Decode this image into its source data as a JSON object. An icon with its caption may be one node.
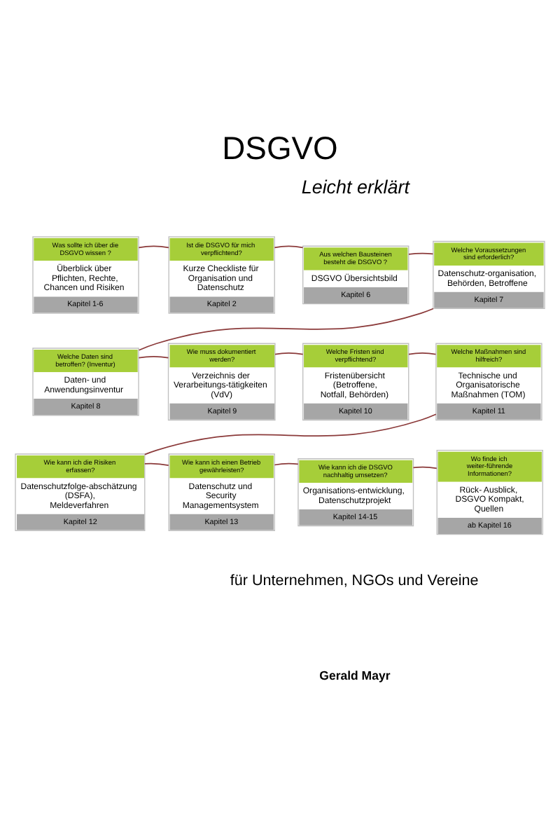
{
  "diagram": {
    "title": "DSGVO",
    "nodes": [
      {
        "text": [
          "Was sollte ich über die DSGVO wissen ?",
          "Überblick über Pflichten, Rechte, Chancen und Risiken",
          "Kapitel 1-6"
        ]
      },
      {
        "text": [
          "Ist die DSGVO für mich verpflichtend?",
          "Kurze Checkliste für Organisation und Datenschutz",
          "Kapitel 2"
        ]
      },
      {
        "text": [
          "Aus welchen Bausteinen besteht die DSGVO ?",
          "DSGVO Übersichtsbild",
          "Kapitel 6"
        ]
      },
      {
        "text": [
          "Welche Voraussetzungen sind erforderlich?",
          "Datenschutz-organisation, Behörden, Betroffene",
          "Kapitel 7"
        ]
      },
      {
        "text": [
          "Welche Maßnahmen sind hilfreich?",
          "Technische und Organisatorische Maßnahmen (TOM)",
          "Kapitel 11"
        ]
      },
      {
        "text": [
          "Welche Fristen sind verpflichtend?",
          "Fristenübersicht (Betroffene, Notfall, Behörden)",
          "Kapitel 10"
        ]
      },
      {
        "text": [
          "Wie muss dokumentiert werden?",
          "Verzeichnis der Verarbeitungs-tätigkeiten (VdV)",
          "Kapitel 9"
        ]
      },
      {
        "text": [
          "Welche Daten sind betroffen? (Inventur)",
          "Daten- und Anwendungsinventur",
          "Kapitel 8"
        ]
      },
      {
        "text": [
          "Wie kann ich die Risiken erfassen?",
          "Datenschutzfolge-abschätzung (DSFA), Meldeverfahren",
          "Kapitel 12"
        ]
      },
      {
        "text": [
          "Wie kann ich einen Betrieb gewährleisten?",
          "Datenschutz und Security Managementsystem",
          "Kapitel 13"
        ]
      },
      {
        "text": [
          "Wie kann ich die DSGVO nachhaltig umsetzen?",
          "Organisations-entwicklung, Datenschutzprojekt",
          "Kapitel 14-15"
        ]
      },
      {
        "text": [
          "Wo finde ich weiter-führende Informationen?",
          "Rück- Ausblick, DSGVO Kompakt, Quellen",
          "ab Kapitel 16"
        ]
      }
    ],
    "edges": [
      {
        "from": 0,
        "to": 1,
        "arrow": "none"
      },
      {
        "from": 1,
        "to": 2,
        "arrow": "none"
      },
      {
        "from": 2,
        "to": 3,
        "arrow": "none"
      },
      {
        "from": 3,
        "to": 7,
        "arrow": "none"
      },
      {
        "from": 7,
        "to": 6,
        "arrow": "none"
      },
      {
        "from": 6,
        "to": 5,
        "arrow": "none"
      },
      {
        "from": 5,
        "to": 4,
        "arrow": "none"
      },
      {
        "from": 4,
        "to": 8,
        "arrow": "none"
      },
      {
        "from": 8,
        "to": 9,
        "arrow": "none"
      },
      {
        "from": 9,
        "to": 10,
        "arrow": "none"
      },
      {
        "from": 10,
        "to": 11,
        "arrow": "none"
      }
    ],
    "labels": [
      "Leicht erklärt",
      "für Unternehmen, NGOs und Vereine",
      "Gerald Mayr"
    ]
  }
}
